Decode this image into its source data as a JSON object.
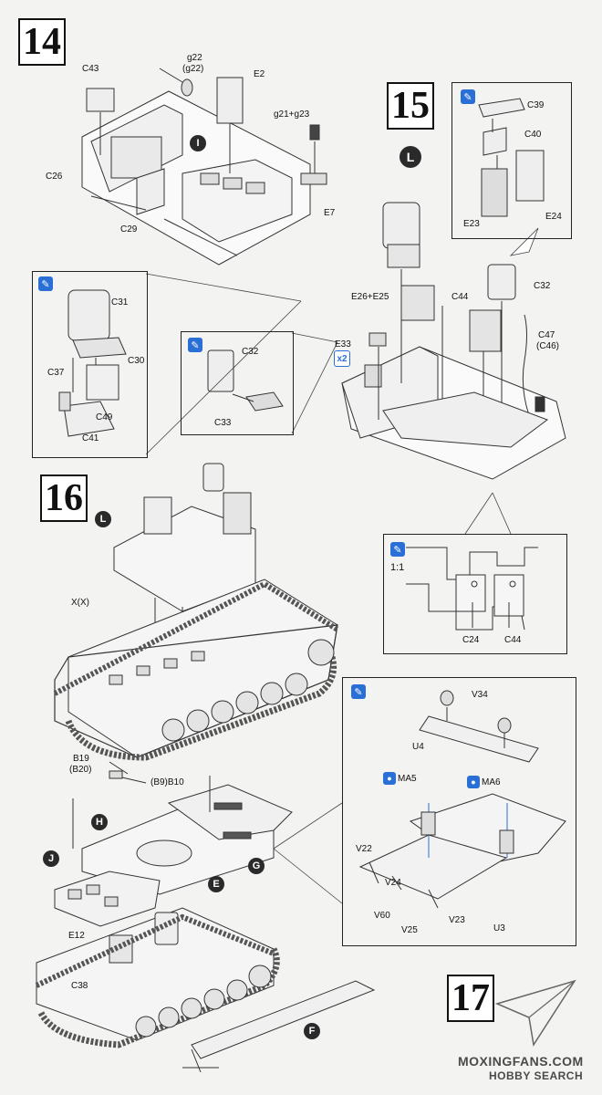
{
  "steps": {
    "s14": "14",
    "s15": "15",
    "s16": "16",
    "s17": "17"
  },
  "step14": {
    "c43": "C43",
    "g22": "g22",
    "g22b": "(g22)",
    "e2": "E2",
    "g21": "g21+g23",
    "marker_i": "I",
    "c26": "C26",
    "c29": "C29",
    "e7": "E7"
  },
  "step15": {
    "marker_l": "L",
    "c39": "C39",
    "c40": "C40",
    "e23": "E23",
    "e24": "E24",
    "c32": "C32",
    "e26": "E26+E25",
    "c44": "C44",
    "e33": "E33",
    "x2": "x2",
    "c47": "C47",
    "c46": "(C46)"
  },
  "seat_detail": {
    "c31": "C31",
    "c30": "C30",
    "c37": "C37",
    "c49": "C49",
    "c41": "C41"
  },
  "small_detail": {
    "c32": "C32",
    "c33": "C33"
  },
  "scale_detail": {
    "scale": "1:1",
    "c24": "C24",
    "c44": "C44"
  },
  "step16": {
    "marker_l": "L",
    "xx": "X(X)",
    "b19": "B19",
    "b20": "(B20)",
    "b9": "(B9)B10"
  },
  "step16_lower": {
    "marker_h": "H",
    "marker_j": "J",
    "marker_e": "E",
    "marker_g": "G",
    "marker_f": "F",
    "e12": "E12",
    "c38": "C38"
  },
  "rear_detail": {
    "v34": "V34",
    "u4": "U4",
    "ma5": "MA5",
    "ma6": "MA6",
    "v22": "V22",
    "v24": "V24",
    "v60": "V60",
    "v25": "V25",
    "v23": "V23",
    "u3": "U3"
  },
  "watermark": {
    "site1": "MOXINGFANS.COM",
    "site2": "HOBBY SEARCH"
  },
  "colors": {
    "glue_blue": "#2a6fd6",
    "marker_dark": "#2a2a2a"
  }
}
